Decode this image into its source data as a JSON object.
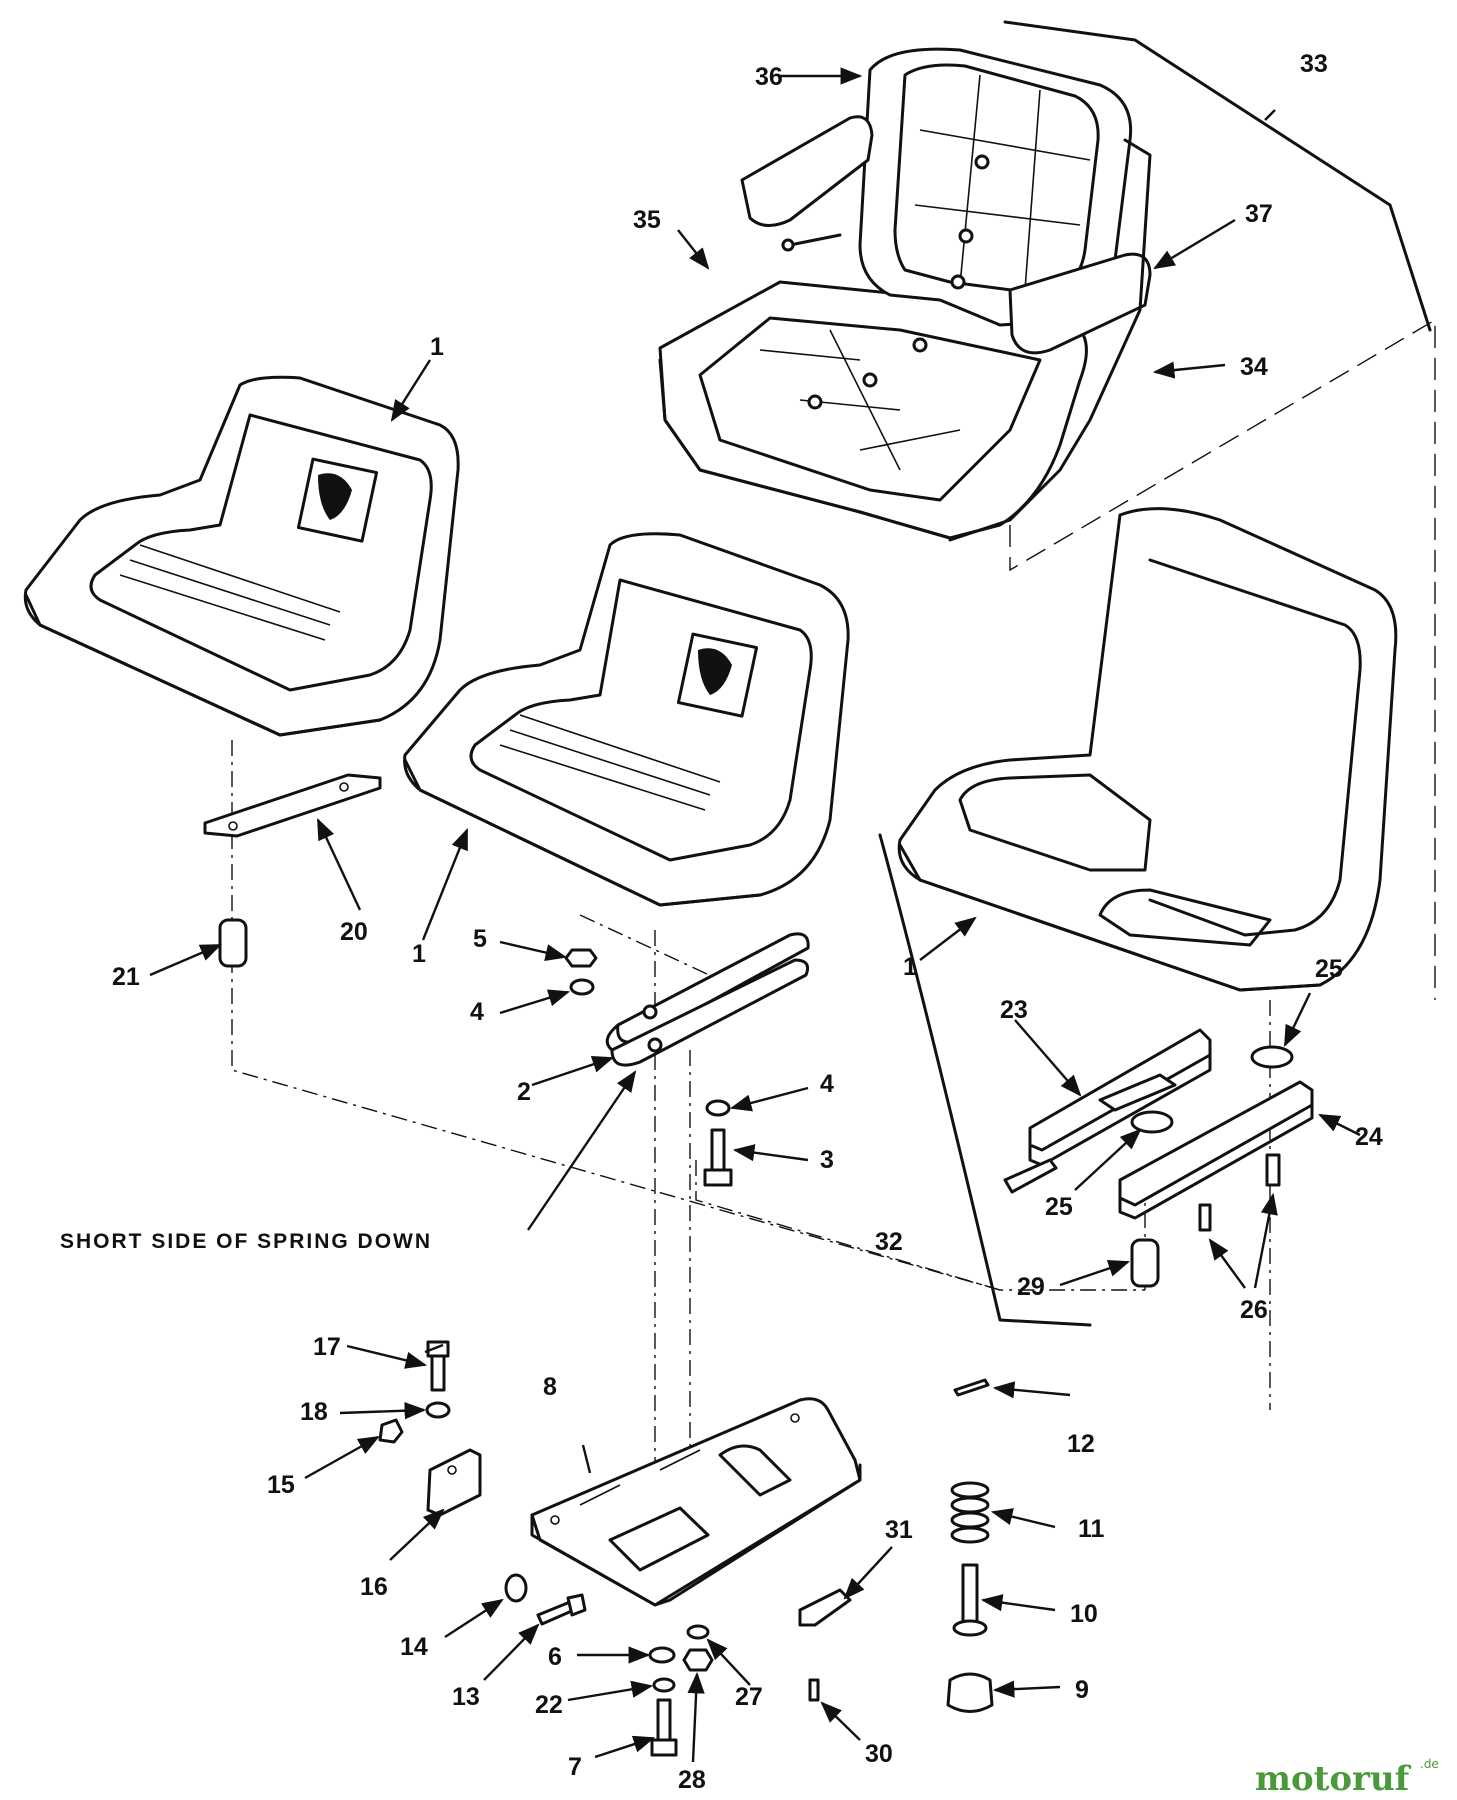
{
  "diagram": {
    "note": "SHORT SIDE OF SPRING DOWN",
    "watermark": "motoruf",
    "watermark_suffix": ".de",
    "callouts": {
      "c1a": "1",
      "c1b": "1",
      "c1c": "1",
      "c2": "2",
      "c3": "3",
      "c4a": "4",
      "c4b": "4",
      "c5": "5",
      "c6": "6",
      "c7": "7",
      "c8": "8",
      "c9": "9",
      "c10": "10",
      "c11": "11",
      "c12": "12",
      "c13": "13",
      "c14": "14",
      "c15": "15",
      "c16": "16",
      "c17": "17",
      "c18": "18",
      "c20": "20",
      "c21": "21",
      "c22": "22",
      "c23": "23",
      "c24": "24",
      "c25a": "25",
      "c25b": "25",
      "c26": "26",
      "c27": "27",
      "c28": "28",
      "c29": "29",
      "c30": "30",
      "c31": "31",
      "c32": "32",
      "c33": "33",
      "c34": "34",
      "c35": "35",
      "c36": "36",
      "c37": "37"
    }
  }
}
